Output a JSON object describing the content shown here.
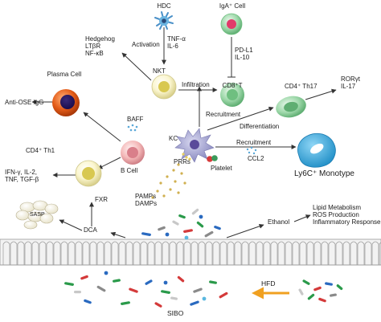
{
  "cells": {
    "hdc": "HDC",
    "iga": "IgA⁺ Cell",
    "plasma": "Plasma Cell",
    "nkt": "NKT",
    "cd8": "CD8⁺T",
    "th17": "CD4⁺ Th17",
    "th1": "CD4⁺ Th1",
    "bcell": "B Cell",
    "kc": "KC",
    "platelet": "Platelet",
    "ly6c": "Ly6C⁺ Monotype",
    "sasp": "SASP"
  },
  "labels": {
    "hedgehog": [
      "Hedgehog",
      "LTβR",
      "NF-κB"
    ],
    "activation": "Activation",
    "tnf": [
      "TNF-α",
      "IL-6"
    ],
    "pdl1": [
      "PD-L1",
      "IL-10"
    ],
    "infiltration": "Infiltration",
    "recruitment_up": "Recruitment",
    "rorgt": [
      "RORγt",
      "IL-17"
    ],
    "anti_ose": "Anti-OSE IgG",
    "baff": "BAFF",
    "differentiation": "Differentiation",
    "recruitment_right": "Recruitment",
    "ccl2": "CCL2",
    "prrs": "PRRs",
    "ifn": [
      "IFN-γ, IL-2,",
      "TNF, TGF-β"
    ],
    "pamps": [
      "PAMPs",
      "DAMPs"
    ],
    "fxr": "FXR",
    "dca": "DCA",
    "ethanol": "Ethanol",
    "outcomes": [
      "Lipid Metabolism",
      "ROS Production",
      "Inflammatory Response"
    ],
    "hfd": "HFD",
    "sibo": "SIBO"
  },
  "colors": {
    "arrow": "#333333",
    "hfd_arrow": "#f0a020",
    "epithelium": "#c8c8c8",
    "cd8": "#a8dcb0",
    "th17": "#8fd0a4",
    "ly6c": "#2aa2d8",
    "plasma": "#e0541a",
    "kc": "#9a9acd",
    "bcell": "#f4b0b0",
    "nkt": "#f4f0c0",
    "hdc": "#5aa8d8",
    "iga": "#a0dca8"
  },
  "icons": [
    "hdc-dendritic-icon",
    "iga-cell-icon",
    "nkt-cell-icon",
    "cd8-cell-icon",
    "plasma-cell-icon",
    "b-cell-icon",
    "th1-cell-icon",
    "kupffer-cell-icon",
    "th17-cell-icon",
    "monocyte-icon",
    "platelet-icon",
    "sasp-cluster-icon",
    "epithelium-icon",
    "bacteria-icon"
  ]
}
